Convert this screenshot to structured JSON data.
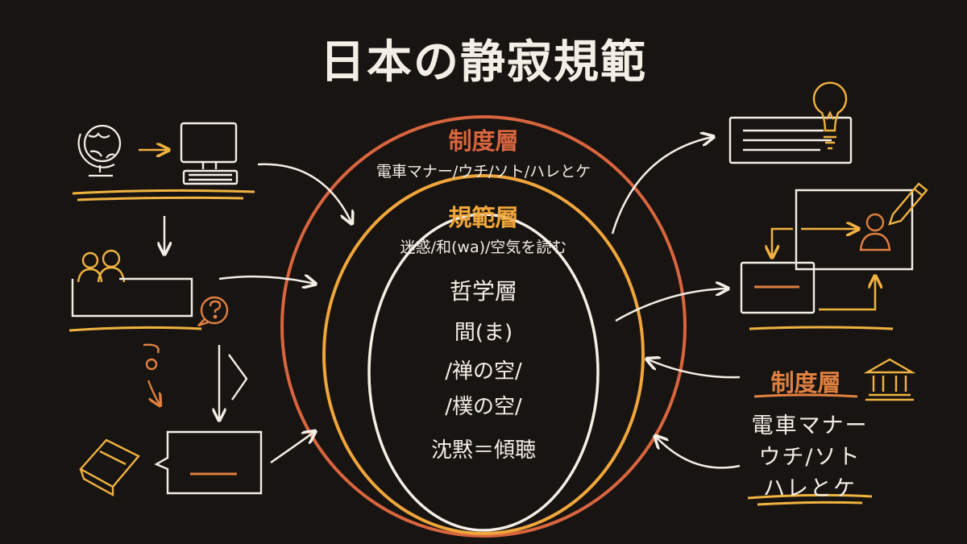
{
  "title": "日本の静寂規範",
  "colors": {
    "background": "#181412",
    "outer_ring": "#d9653f",
    "middle_ring": "#f0a63a",
    "inner_ring": "#f4efe6",
    "accent_orange": "#e0803f",
    "accent_gold": "#f0b340"
  },
  "layers": {
    "institutional": {
      "title": "制度層",
      "subtitle": "電車マナー/ウチ/ソト/ハレとケ"
    },
    "normative": {
      "title": "規範層",
      "subtitle": "迷惑/和(wa)/空気を読む"
    },
    "philosophical": {
      "title": "哲学層",
      "lines": [
        "間(ま)",
        "/禅の空/",
        "/樸の空/",
        "沈黙＝傾聴"
      ]
    }
  },
  "right_panel": {
    "title": "制度層",
    "lines": [
      "電車マナー",
      "ウチ/ソト",
      "ハレとケ"
    ]
  },
  "icons": {
    "left": [
      "globe-icon",
      "computer-icon",
      "people-icon",
      "question-bubble-icon",
      "book-icon"
    ],
    "right": [
      "lightbulb-icon",
      "pencil-icon",
      "person-icon",
      "institution-icon"
    ]
  }
}
